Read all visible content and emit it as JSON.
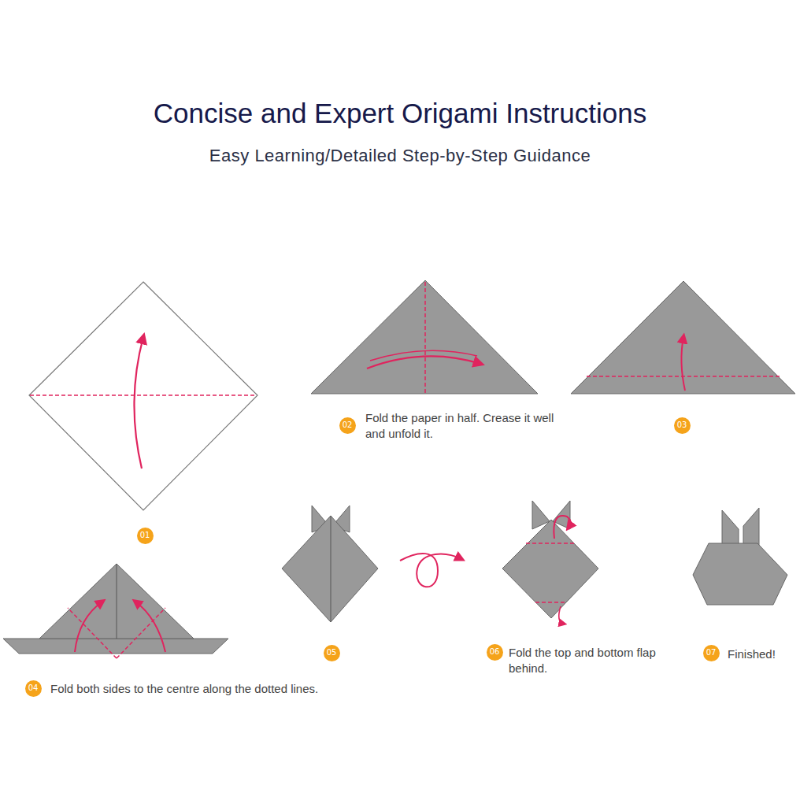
{
  "diagram": {
    "title": "Concise and Expert Origami Instructions",
    "nodes": [
      {
        "text": [
          "01"
        ]
      },
      {
        "text": [
          "02"
        ]
      },
      {
        "text": [
          "03"
        ]
      },
      {
        "text": [
          "04"
        ]
      },
      {
        "text": [
          "05"
        ]
      },
      {
        "text": [
          "06"
        ]
      },
      {
        "text": [
          "07"
        ]
      }
    ],
    "labels": [
      "Easy Learning/Detailed Step-by-Step Guidance",
      "Fold the paper in half. Crease it well and unfold it.",
      "Fold both sides to the centre along the dotted lines.",
      "Fold the top and bottom flap behind.",
      "Finished!"
    ]
  }
}
